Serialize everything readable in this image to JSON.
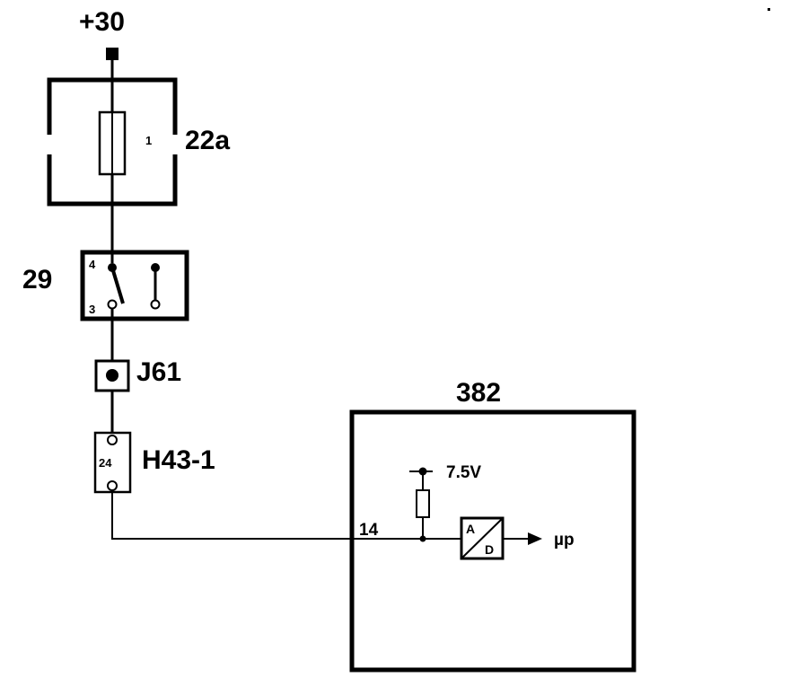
{
  "supply": {
    "label": "+30"
  },
  "fuse": {
    "label": "22a",
    "pin": "1"
  },
  "switch": {
    "label": "29",
    "pin_top": "4",
    "pin_bottom": "3"
  },
  "connector_j61": {
    "label": "J61"
  },
  "connector_h43": {
    "label": "H43-1",
    "pin": "24"
  },
  "ecu": {
    "label": "382",
    "input_pin": "14",
    "pullup_voltage": "7.5V",
    "adc_top": "A",
    "adc_bottom": "D",
    "output_label": "µp"
  },
  "colors": {
    "line": "#000000",
    "background": "#ffffff"
  }
}
